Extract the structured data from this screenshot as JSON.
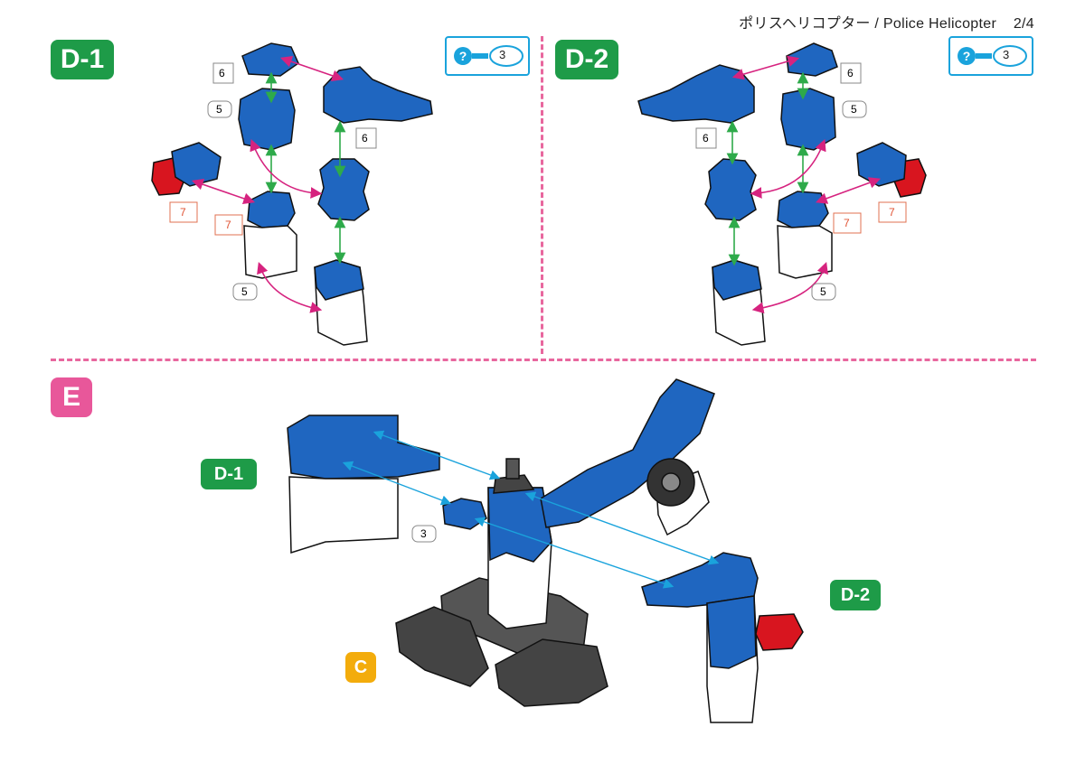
{
  "header": {
    "title": "ポリスヘリコプター / Police Helicopter",
    "page": "2/4"
  },
  "steps": {
    "d1": {
      "label": "D-1",
      "tool_count": "3"
    },
    "d2": {
      "label": "D-2",
      "tool_count": "3"
    },
    "e": {
      "label": "E"
    }
  },
  "callouts": {
    "d1": "D-1",
    "d2": "D-2",
    "c": "C"
  },
  "part_numbers": {
    "d1": [
      "6",
      "5",
      "6",
      "7",
      "7",
      "5"
    ],
    "d2": [
      "6",
      "5",
      "6",
      "7",
      "7",
      "5"
    ],
    "e": [
      "3"
    ]
  },
  "colors": {
    "step_green": "#1e9b48",
    "step_pink": "#e8579a",
    "step_orange": "#f3ac0c",
    "part_blue": "#1f66c0",
    "part_red": "#d8151f",
    "part_gray": "#555555",
    "arrow_green": "#2eaa4a",
    "arrow_magenta": "#d6237f",
    "arrow_cyan": "#1aa3dc",
    "divider": "#e8679e"
  },
  "icons": [
    "tool-separator-icon",
    "connector-clip-icon"
  ]
}
